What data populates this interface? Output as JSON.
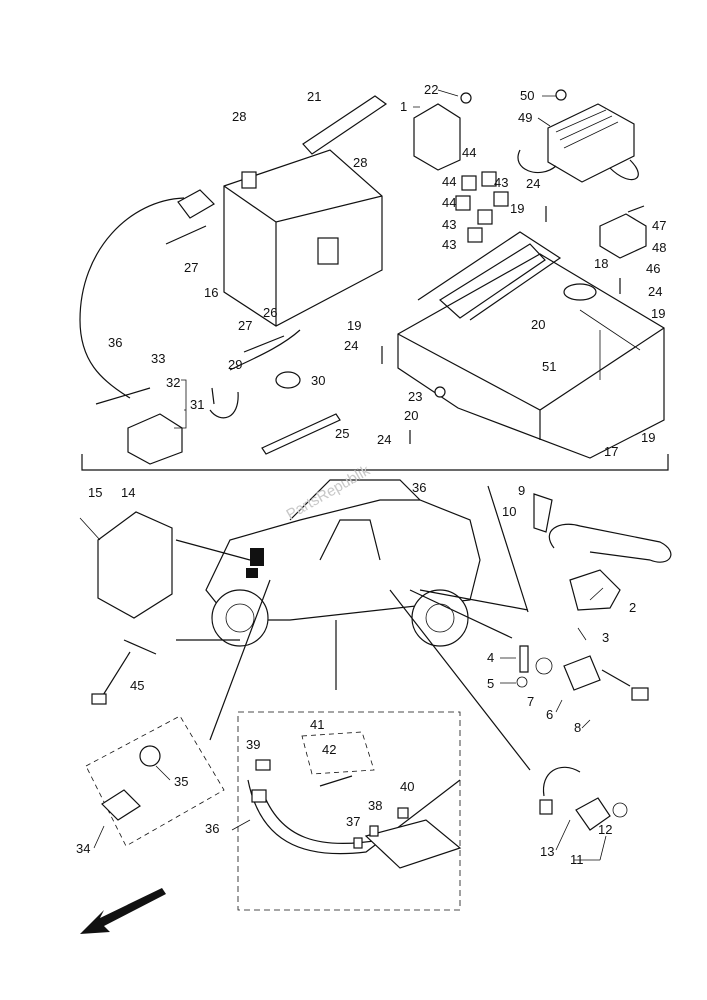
{
  "watermark": "PartsRepublik",
  "callouts": {
    "c1": "1",
    "c2": "2",
    "c3": "3",
    "c4": "4",
    "c5": "5",
    "c6": "6",
    "c7": "7",
    "c8": "8",
    "c9": "9",
    "c10": "10",
    "c11": "11",
    "c12": "12",
    "c13": "13",
    "c14": "14",
    "c15": "15",
    "c16": "16",
    "c17": "17",
    "c18": "18",
    "c19": "19",
    "c20": "20",
    "c21": "21",
    "c22": "22",
    "c23": "23",
    "c24": "24",
    "c25": "25",
    "c26": "26",
    "c27": "27",
    "c28": "28",
    "c29": "29",
    "c30": "30",
    "c31": "31",
    "c32": "32",
    "c33": "33",
    "c34": "34",
    "c35": "35",
    "c36": "36",
    "c37": "37",
    "c38": "38",
    "c39": "39",
    "c40": "40",
    "c41": "41",
    "c42": "42",
    "c43": "43",
    "c44": "44",
    "c45": "45",
    "c46": "46",
    "c47": "47",
    "c48": "48",
    "c49": "49",
    "c50": "50",
    "c51": "51"
  }
}
